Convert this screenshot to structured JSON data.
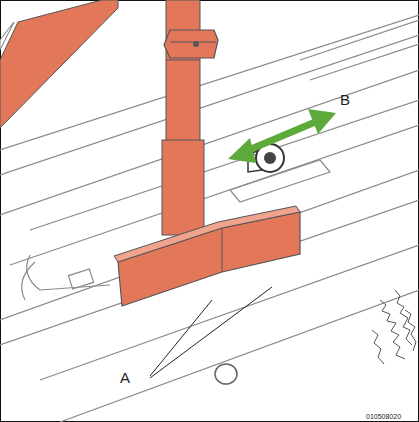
{
  "diagram": {
    "labels": [
      "A",
      "B",
      "010508020"
    ]
  }
}
